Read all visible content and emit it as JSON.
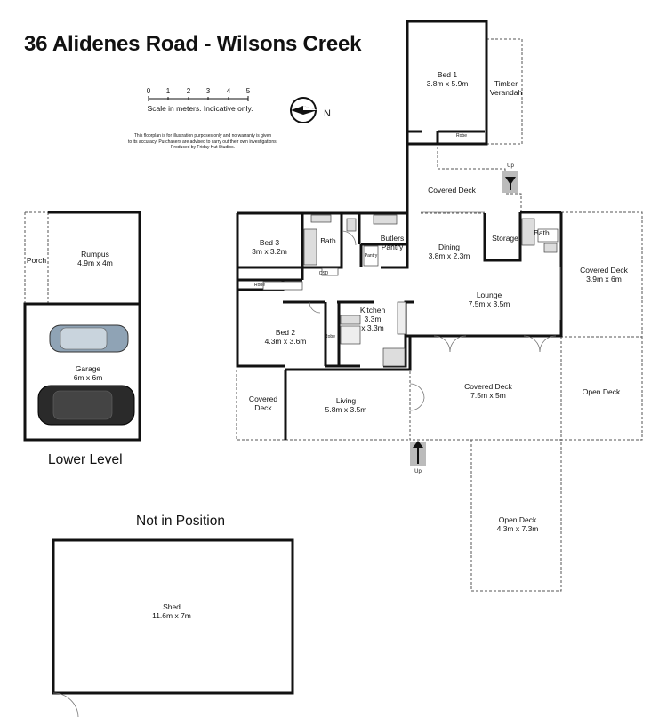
{
  "title": "36 Alidenes Road - Wilsons Creek",
  "scale": {
    "ticks": [
      "0",
      "1",
      "2",
      "3",
      "4",
      "5"
    ],
    "caption": "Scale in meters. Indicative only."
  },
  "disclaimer": [
    "This floorplan is for illustration purposes only and no warranty is given",
    "to its accuracy. Purchasers are advised to carry out their own investigations.",
    "Produced by Friday Hut Studios."
  ],
  "compass": {
    "label": "N"
  },
  "section_labels": {
    "lower_level": "Lower Level",
    "not_in_position": "Not in Position"
  },
  "rooms": {
    "bed1": {
      "name": "Bed 1",
      "size": "3.8m x 5.9m"
    },
    "timber_verandah": {
      "name": "Timber",
      "name2": "Verandah"
    },
    "covered_deck_top": {
      "name": "Covered Deck"
    },
    "bed3": {
      "name": "Bed 3",
      "size": "3m x 3.2m"
    },
    "bath1": {
      "name": "Bath"
    },
    "butlers_pantry": {
      "name": "Butlers",
      "name2": "Pantry"
    },
    "dining": {
      "name": "Dining",
      "size": "3.8m x 2.3m"
    },
    "storage": {
      "name": "Storage"
    },
    "bath2": {
      "name": "Bath"
    },
    "covered_deck_right": {
      "name": "Covered Deck",
      "size": "3.9m x 6m"
    },
    "lounge": {
      "name": "Lounge",
      "size": "7.5m x 3.5m"
    },
    "kitchen": {
      "name": "Kitchen",
      "size": "3.3m",
      "size2": "x 3.3m"
    },
    "bed2": {
      "name": "Bed 2",
      "size": "4.3m x 3.6m"
    },
    "covered_deck_left": {
      "name": "Covered",
      "name2": "Deck"
    },
    "living": {
      "name": "Living",
      "size": "5.8m x 3.5m"
    },
    "covered_deck_main": {
      "name": "Covered Deck",
      "size": "7.5m x 5m"
    },
    "open_deck_right": {
      "name": "Open Deck"
    },
    "open_deck_bottom": {
      "name": "Open Deck",
      "size": "4.3m x 7.3m"
    },
    "rumpus": {
      "name": "Rumpus",
      "size": "4.9m x 4m"
    },
    "porch": {
      "name": "Porch"
    },
    "garage": {
      "name": "Garage",
      "size": "6m x 6m"
    },
    "shed": {
      "name": "Shed",
      "size": "11.6m x 7m"
    }
  },
  "small_labels": {
    "robe_bed1": "Robe",
    "robe_bed3": "Robe",
    "robe_bed2": "Robe",
    "csd": "CSD",
    "pantry": "Pantry",
    "up_top": "Up",
    "up_bottom": "Up"
  },
  "colors": {
    "wall": "#111111",
    "dashed": "#555555",
    "car_light": "#8fa3b5",
    "car_dark": "#2a2a2a"
  }
}
